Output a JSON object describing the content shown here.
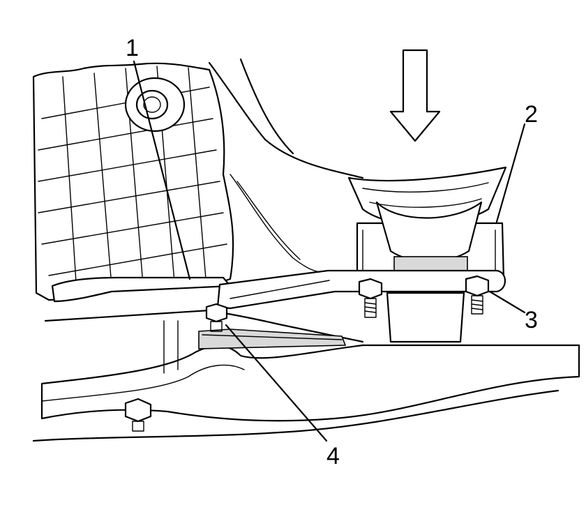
{
  "callouts": [
    {
      "label": "1"
    },
    {
      "label": "2"
    },
    {
      "label": "3"
    },
    {
      "label": "4"
    }
  ],
  "colors": {
    "line": "#000000",
    "background": "#ffffff",
    "shade": "#d9d9d9"
  }
}
